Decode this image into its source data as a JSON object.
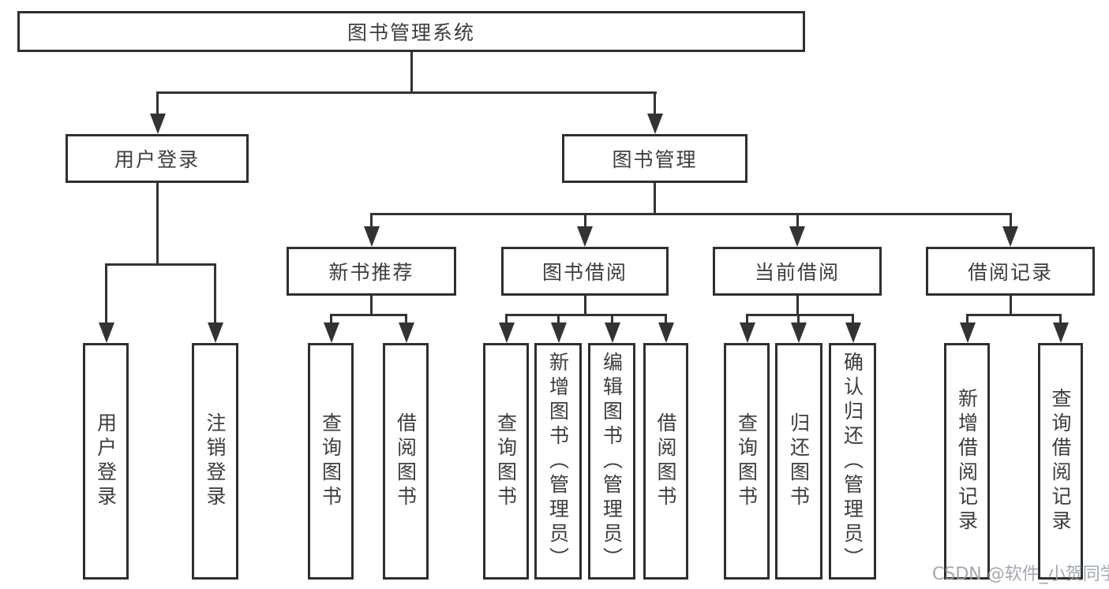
{
  "diagram": {
    "root": {
      "label": "图书管理系统"
    },
    "level2": {
      "user_login": {
        "label": "用户登录"
      },
      "book_mgmt": {
        "label": "图书管理"
      }
    },
    "level3": {
      "new_book_rec": {
        "label": "新书推荐"
      },
      "book_borrow": {
        "label": "图书借阅"
      },
      "current_borrow": {
        "label": "当前借阅"
      },
      "borrow_records": {
        "label": "借阅记录"
      }
    },
    "leaves": {
      "login_login": {
        "label": "用户登录"
      },
      "login_logout": {
        "label": "注销登录"
      },
      "rec_query": {
        "label": "查询图书"
      },
      "rec_borrow": {
        "label": "借阅图书"
      },
      "borrow_query": {
        "label": "查询图书"
      },
      "borrow_add": {
        "label": "新增图书（管理员）"
      },
      "borrow_edit": {
        "label": "编辑图书（管理员）"
      },
      "borrow_borrow": {
        "label": "借阅图书"
      },
      "current_query": {
        "label": "查询图书"
      },
      "current_return": {
        "label": "归还图书"
      },
      "current_confirm": {
        "label": "确认归还（管理员）"
      },
      "records_add": {
        "label": "新增借阅记录"
      },
      "records_query": {
        "label": "查询借阅记录"
      }
    },
    "watermark": "CSDN @软件_小贺同学",
    "colors": {
      "line": "#333333",
      "text": "#3d3d3d",
      "watermark": "#989ea8",
      "background": "#ffffff"
    }
  }
}
